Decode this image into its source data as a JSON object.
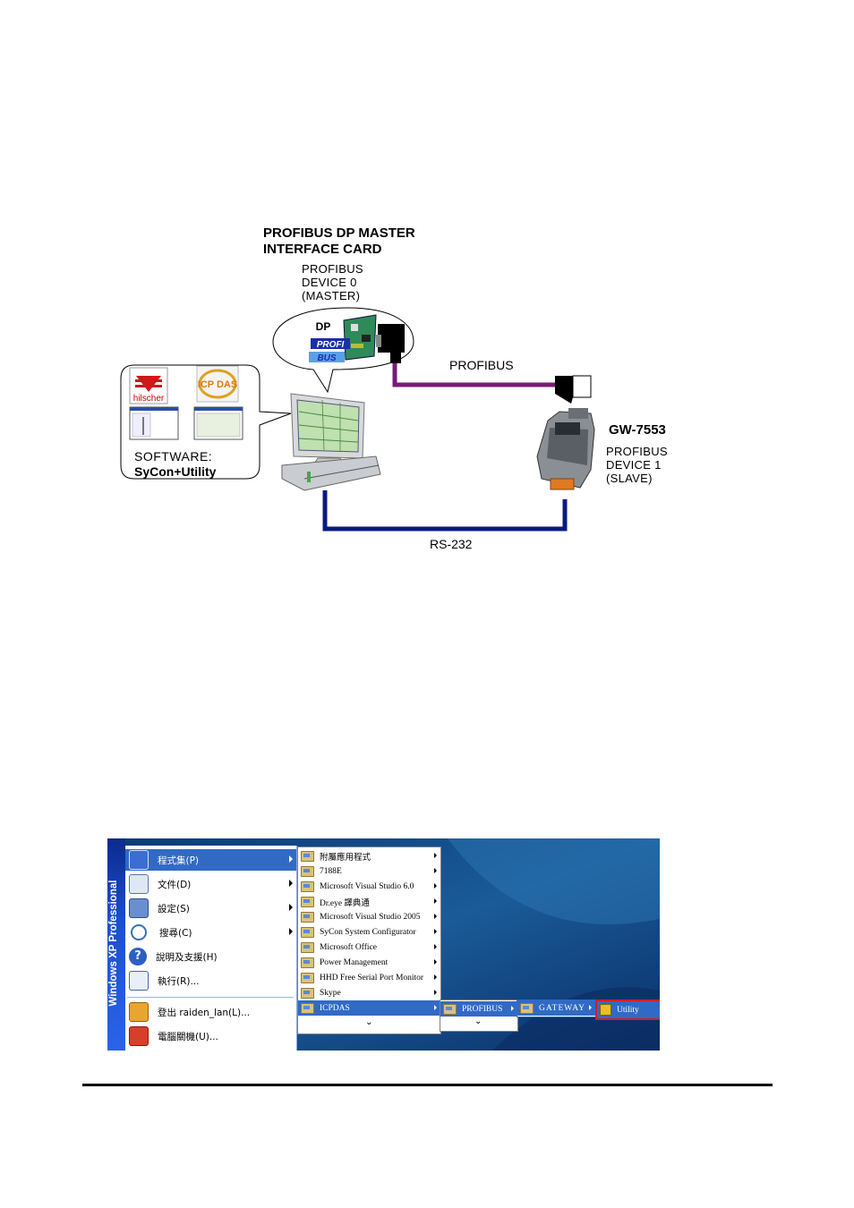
{
  "diagram": {
    "master_card_title_line1": "PROFIBUS DP MASTER",
    "master_card_title_line2": "INTERFACE CARD",
    "master_device_line1": "PROFIBUS",
    "master_device_line2": "DEVICE 0",
    "master_device_line3": "(MASTER)",
    "profibus_link_label": "PROFIBUS",
    "gateway_name": "GW-7553",
    "slave_device_line1": "PROFIBUS",
    "slave_device_line2": "DEVICE 1",
    "slave_device_line3": "(SLAVE)",
    "software_line1": "SOFTWARE:",
    "software_line2": "SyCon+Utility",
    "rs232_label": "RS-232",
    "card_logo_text": "DP",
    "card_logo_text2": "PROFI",
    "card_logo_text3": "BUS",
    "hilscher_logo_text": "hilscher",
    "icpdas_logo_text": "ICP DAS",
    "colors": {
      "profibus_cable": "#7a1a7a",
      "rs232_cable": "#0a1a80"
    }
  },
  "screenshot": {
    "band_text": "Windows XP Professional",
    "start_menu": [
      {
        "label": "程式集(P)",
        "icon": "programs-icon",
        "has_arrow": true,
        "selected": true
      },
      {
        "label": "文件(D)",
        "icon": "documents-icon",
        "has_arrow": true,
        "selected": false
      },
      {
        "label": "設定(S)",
        "icon": "settings-icon",
        "has_arrow": true,
        "selected": false
      },
      {
        "label": "搜尋(C)",
        "icon": "search-icon",
        "has_arrow": true,
        "selected": false
      },
      {
        "label": "說明及支援(H)",
        "icon": "help-icon",
        "has_arrow": false,
        "selected": false
      },
      {
        "label": "執行(R)...",
        "icon": "run-icon",
        "has_arrow": false,
        "selected": false
      },
      {
        "label": "登出 raiden_lan(L)...",
        "icon": "logoff-icon",
        "has_arrow": false,
        "selected": false
      },
      {
        "label": "電腦關機(U)...",
        "icon": "shutdown-icon",
        "has_arrow": false,
        "selected": false
      }
    ],
    "programs_menu": [
      {
        "label": "附屬應用程式",
        "selected": false
      },
      {
        "label": "7188E",
        "selected": false
      },
      {
        "label": "Microsoft Visual Studio 6.0",
        "selected": false
      },
      {
        "label": "Dr.eye 譯典通",
        "selected": false
      },
      {
        "label": "Microsoft Visual Studio 2005",
        "selected": false
      },
      {
        "label": "SyCon System Configurator",
        "selected": false
      },
      {
        "label": "Microsoft Office",
        "selected": false
      },
      {
        "label": "Power Management",
        "selected": false
      },
      {
        "label": "HHD Free Serial Port Monitor",
        "selected": false
      },
      {
        "label": "Skype",
        "selected": false
      },
      {
        "label": "ICPDAS",
        "selected": true
      }
    ],
    "icpdas_menu": [
      {
        "label": "PROFIBUS",
        "selected": true
      }
    ],
    "profibus_menu": [
      {
        "label": "GATEWAY",
        "selected": true
      }
    ],
    "gateway_menu": [
      {
        "label": "Utility",
        "selected": true
      }
    ],
    "expand_glyph": "⌄",
    "highlight_color": "#d21f1f"
  }
}
